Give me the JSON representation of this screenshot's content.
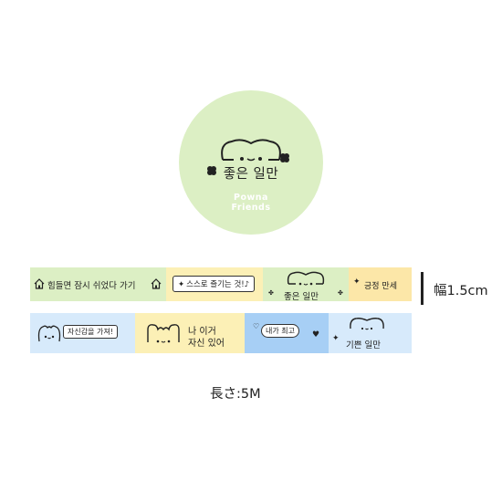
{
  "sticker": {
    "text": "좋은 일만",
    "brand_line1": "Powna",
    "brand_line2": "Friends",
    "color": "#dcefc4"
  },
  "tape_top": {
    "segments": [
      {
        "text": "힘들면 잠시 쉬었다 가기",
        "color": "#dcefc4"
      },
      {
        "text": "스스로 즐기는 것!♪",
        "color": "#fcf0b6"
      },
      {
        "text": "좋은 일만",
        "color": "#dcefc4"
      },
      {
        "text": "긍정 만세",
        "color": "#fce7a8"
      }
    ]
  },
  "tape_bottom": {
    "segments": [
      {
        "text": "자신감을 가져!",
        "color": "#d7eafb"
      },
      {
        "text_line1": "나 이거",
        "text_line2": "자신 있어",
        "color": "#fcf0b6"
      },
      {
        "text": "내가 최고",
        "color": "#a7cff5"
      },
      {
        "text": "기쁜 일만",
        "color": "#d7eafb"
      }
    ]
  },
  "labels": {
    "width": "幅1.5cm",
    "length": "長さ:5M"
  },
  "icons": [
    "dog-face-icon",
    "clover-icon",
    "house-icon",
    "sparkle-icon",
    "heart-icon",
    "music-note-icon"
  ]
}
